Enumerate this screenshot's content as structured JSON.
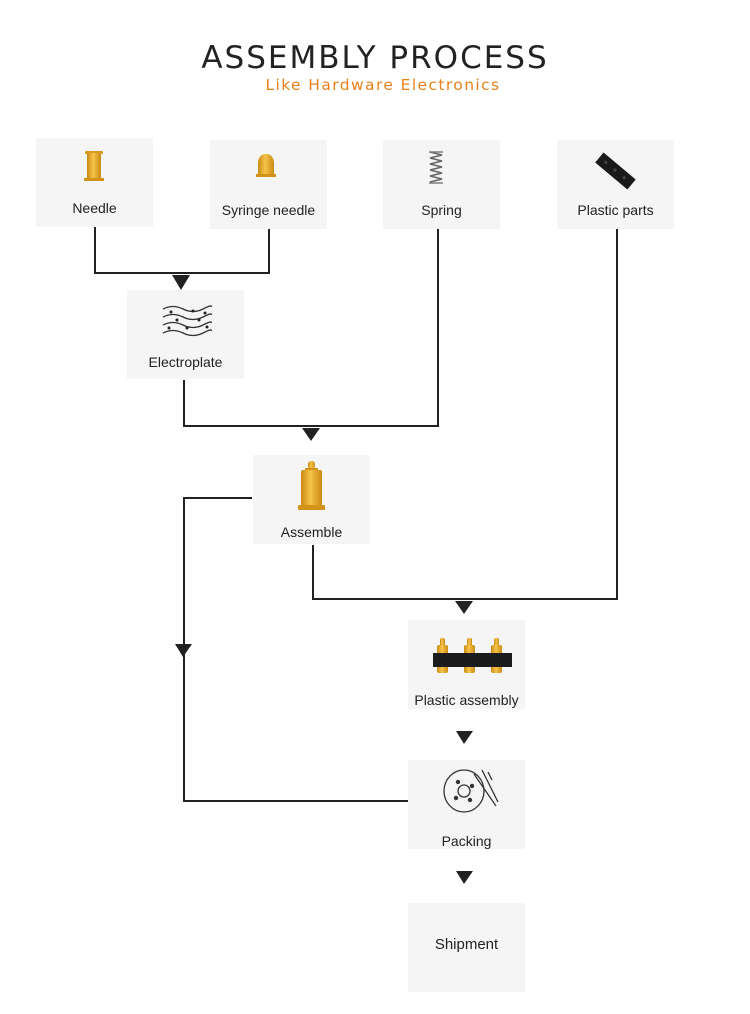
{
  "header": {
    "title": "ASSEMBLY PROCESS",
    "subtitle": "Like Hardware Electronics"
  },
  "colors": {
    "accent": "#e8801a",
    "gold": "#e5a521",
    "box_bg": "#f5f5f5",
    "line": "#222222"
  },
  "steps": {
    "needle": {
      "label": "Needle",
      "icon": "needle-icon"
    },
    "syringe_needle": {
      "label": "Syringe needle",
      "icon": "syringe-needle-icon"
    },
    "spring": {
      "label": "Spring",
      "icon": "spring-icon"
    },
    "plastic_parts": {
      "label": "Plastic parts",
      "icon": "plastic-parts-icon"
    },
    "electroplate": {
      "label": "Electroplate",
      "icon": "electroplate-icon"
    },
    "assemble": {
      "label": "Assemble",
      "icon": "pogo-pin-icon"
    },
    "plastic_assembly": {
      "label": "Plastic assembly",
      "icon": "pin-strip-icon"
    },
    "packing": {
      "label": "Packing",
      "icon": "tape-reel-icon"
    },
    "shipment": {
      "label": "Shipment"
    }
  }
}
